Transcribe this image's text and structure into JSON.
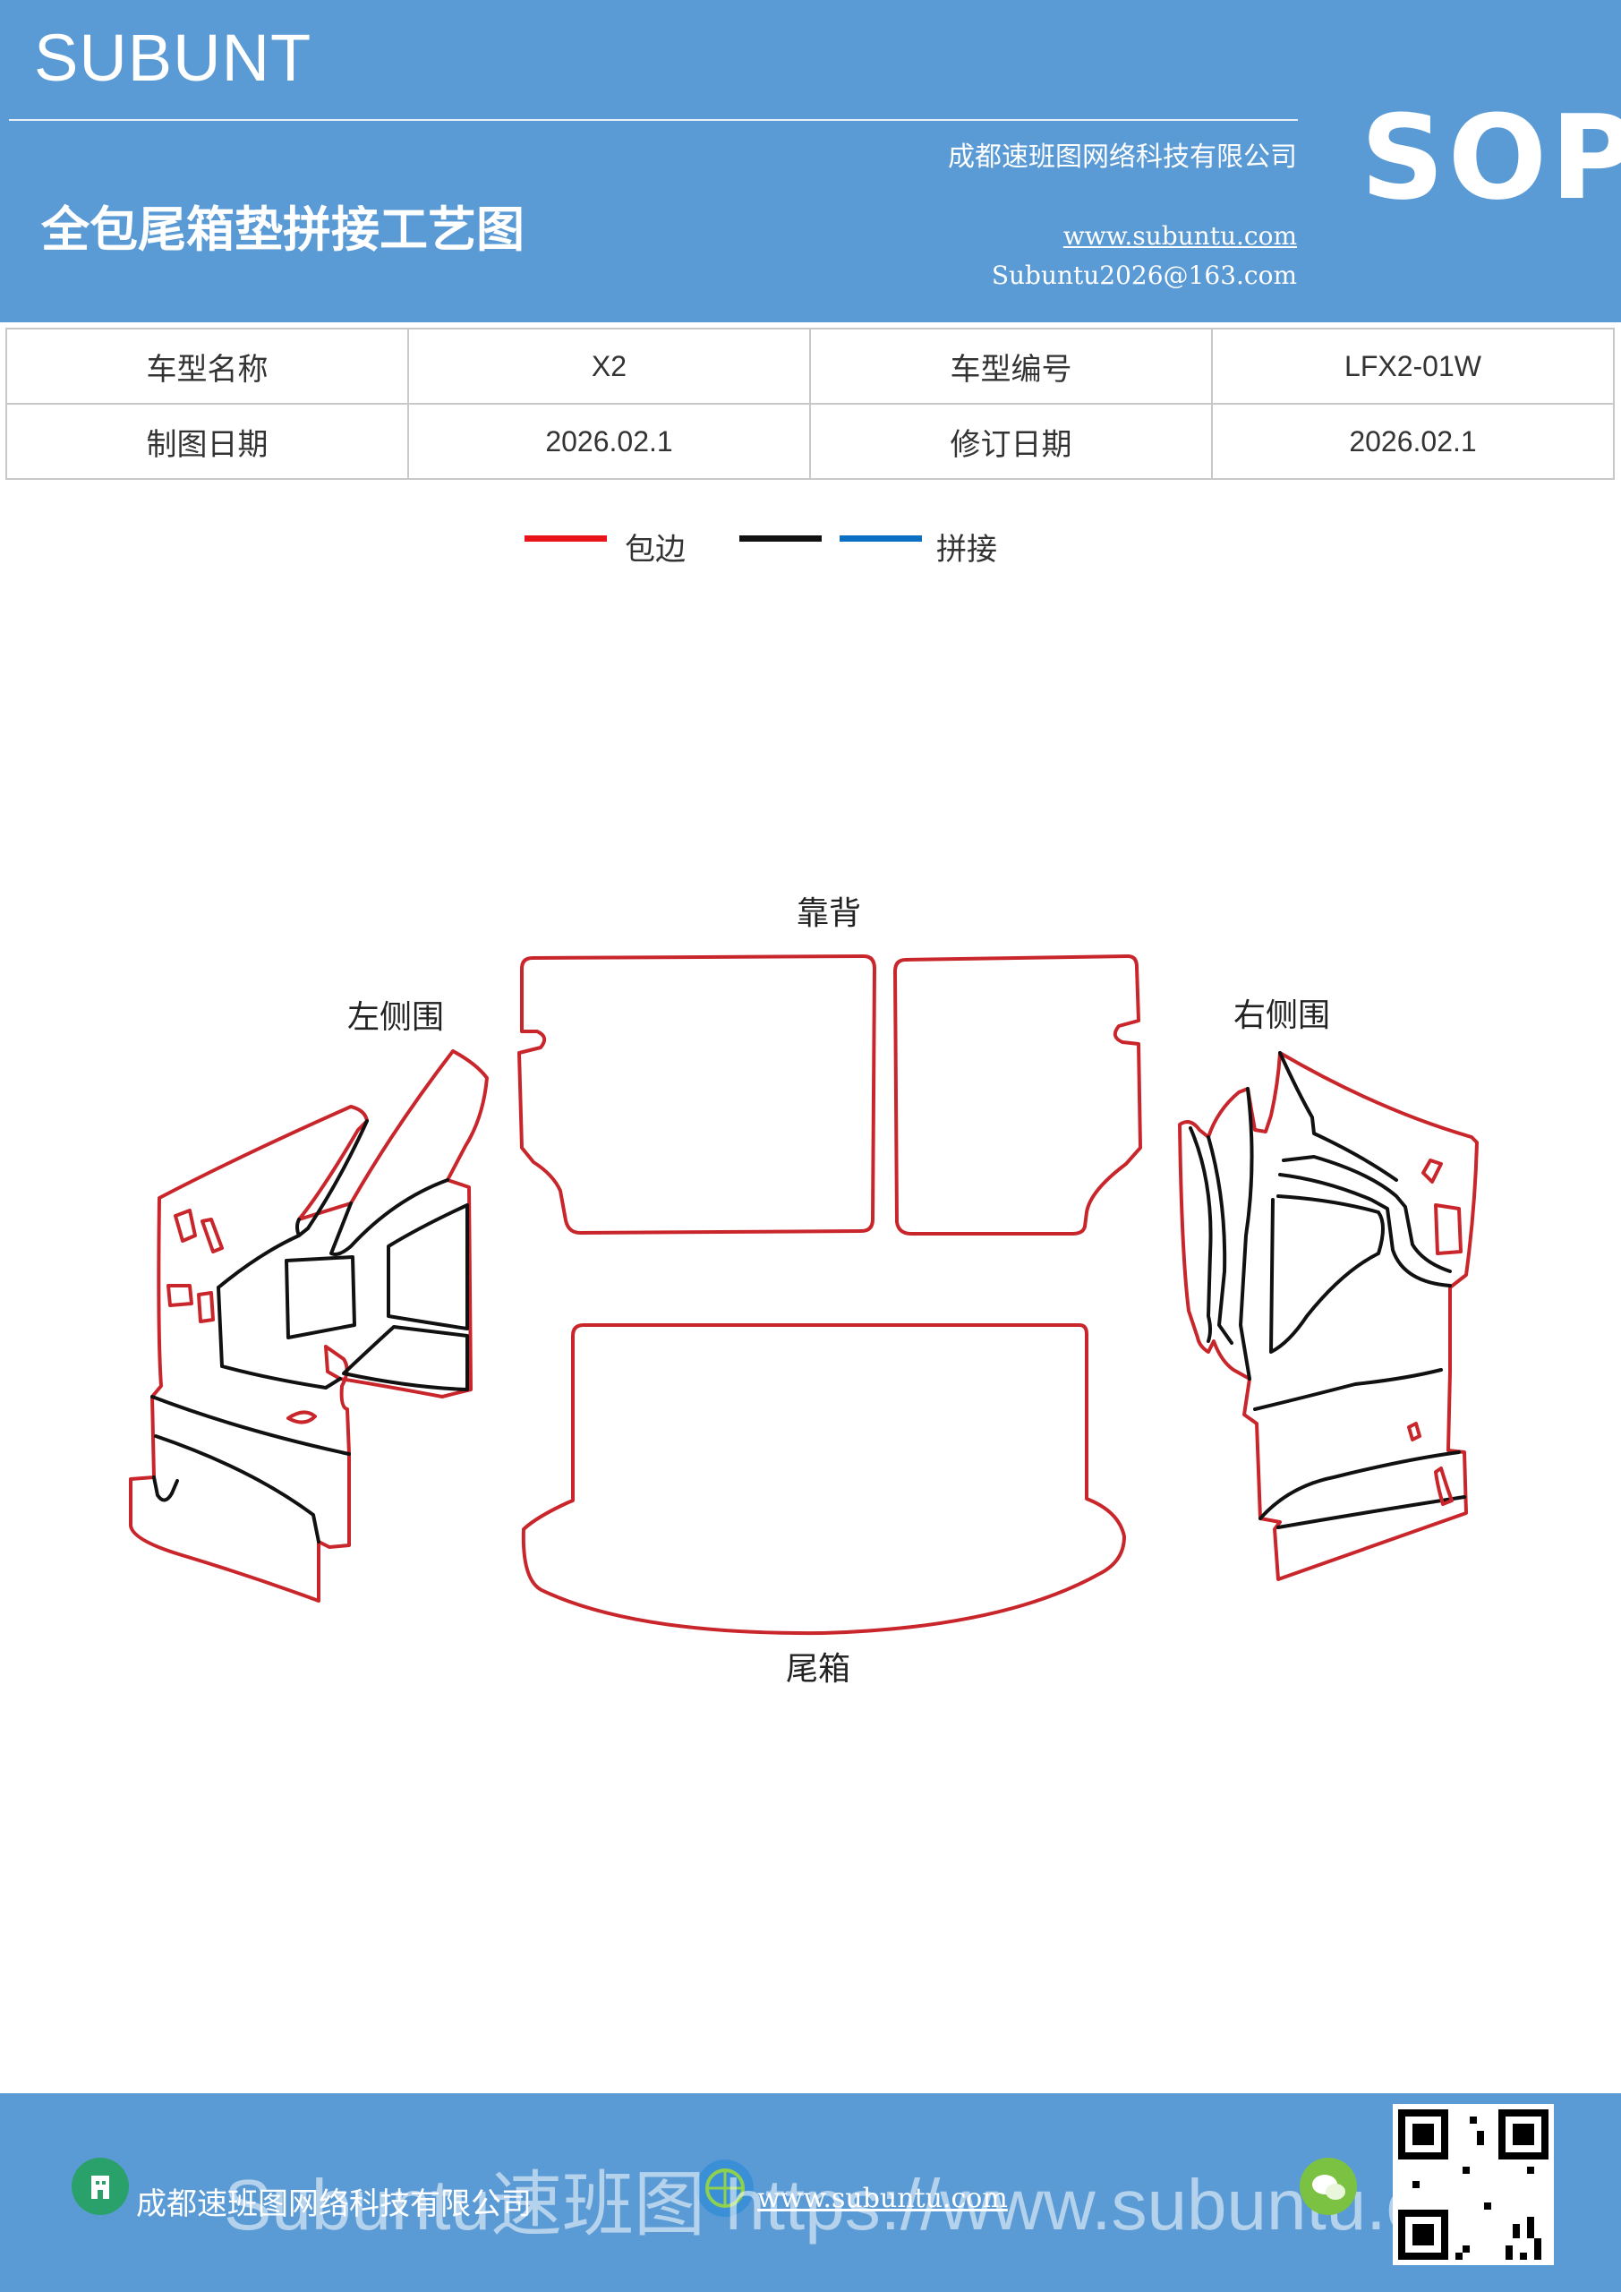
{
  "header": {
    "brand": "SUBUNT",
    "doc_title": "全包尾箱垫拼接工艺图",
    "company": "成都速班图网络科技有限公司",
    "website": "www.subuntu.com",
    "email": "Subuntu2026@163.com",
    "badge": "SOP"
  },
  "info": {
    "row1": {
      "label1": "车型名称",
      "value1": "X2",
      "label2": "车型编号",
      "value2": "LFX2-01W"
    },
    "row2": {
      "label1": "制图日期",
      "value1": "2026.02.1",
      "label2": "修订日期",
      "value2": "2026.02.1"
    }
  },
  "legend": {
    "item1": {
      "label": "包边",
      "color": "#e8141a"
    },
    "item2": {
      "color": "#111111"
    },
    "item3": {
      "label": "拼接",
      "color": "#0b6fc4"
    }
  },
  "diagram": {
    "labels": {
      "backrest": "靠背",
      "left_side": "左侧围",
      "right_side": "右侧围",
      "trunk": "尾箱"
    },
    "colors": {
      "edge": "#c9262c",
      "seam": "#111111"
    }
  },
  "footer": {
    "company": "成都速班图网络科技有限公司",
    "website": "www.subuntu.com",
    "watermark": "Subuntu速班图 https://www.subuntu.com"
  }
}
